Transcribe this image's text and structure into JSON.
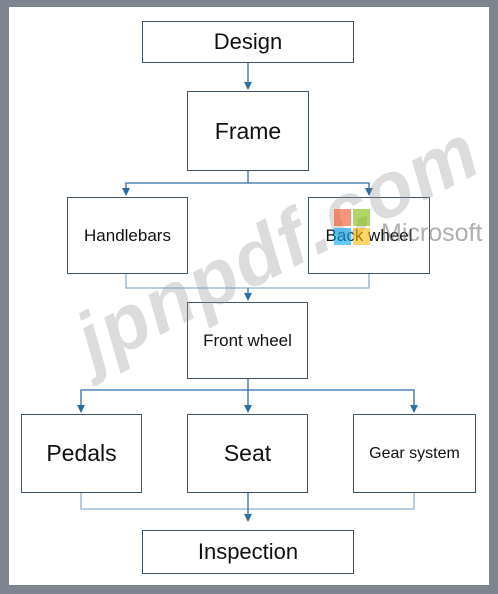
{
  "diagram": {
    "nodes": {
      "design": "Design",
      "frame": "Frame",
      "handlebars": "Handlebars",
      "back_wheel": "Back wheel",
      "front_wheel": "Front wheel",
      "pedals": "Pedals",
      "seat": "Seat",
      "gear_system": "Gear system",
      "inspection": "Inspection"
    },
    "edges": [
      [
        "Design",
        "Frame"
      ],
      [
        "Frame",
        "Handlebars"
      ],
      [
        "Frame",
        "Back wheel"
      ],
      [
        "Handlebars",
        "Front wheel"
      ],
      [
        "Back wheel",
        "Front wheel"
      ],
      [
        "Front wheel",
        "Pedals"
      ],
      [
        "Front wheel",
        "Seat"
      ],
      [
        "Front wheel",
        "Gear system"
      ],
      [
        "Pedals",
        "Inspection"
      ],
      [
        "Seat",
        "Inspection"
      ],
      [
        "Gear system",
        "Inspection"
      ]
    ]
  },
  "watermark": {
    "text": "jpnpdf.com",
    "logo_text": "Microsoft",
    "logo_colors": [
      "#f25022",
      "#7fba00",
      "#00a4ef",
      "#ffb900"
    ]
  },
  "colors": {
    "box_border": "#3e5466",
    "arrow": "#2e6da4",
    "background": "#7f8590"
  }
}
